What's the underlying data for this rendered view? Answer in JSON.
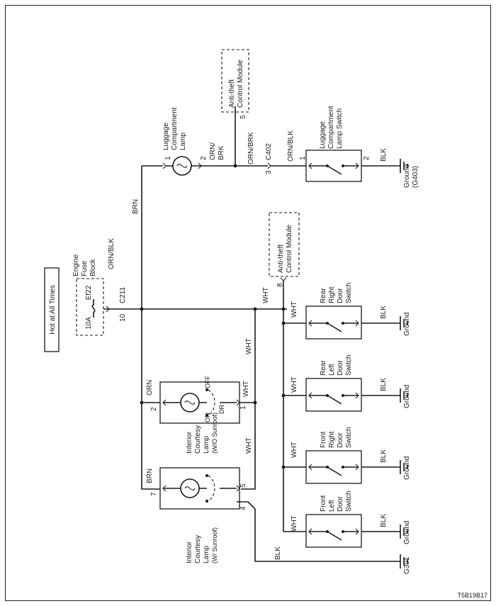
{
  "header": {
    "power_label": "Hot at All Times"
  },
  "fuse_block": {
    "title": [
      "Engine",
      "Fuse",
      "Block"
    ],
    "fuse_id": "Ef22",
    "rating": "10A",
    "wire": "ORN/BLK",
    "connector": "C211",
    "pin": "10"
  },
  "wires": {
    "brn": "BRN",
    "orn": "ORN",
    "wht": "WHT",
    "blk": "BLK",
    "orn_brk": "ORN/BRK",
    "orn_brk_split": [
      "ORN/",
      "BRK"
    ],
    "orn_blk": "ORN/BLK"
  },
  "pins": {
    "p1": "1",
    "p2": "2",
    "p3": "3",
    "p4": "4",
    "p5": "5",
    "p7": "7",
    "p8": "8"
  },
  "luggage_lamp": {
    "name": [
      "Luggage",
      "Compartment",
      "Lamp"
    ]
  },
  "luggage_switch": {
    "name": [
      "Luggage",
      "Compartment",
      "Lamp Switch"
    ],
    "connector": "C402",
    "ground": [
      "Ground",
      "(G403)"
    ]
  },
  "antitheft_top": {
    "name": [
      "Anti-theft",
      "Control Module"
    ]
  },
  "antitheft_mid": {
    "name": [
      "Anti-theft",
      "Control Module"
    ]
  },
  "courtesy_wo": {
    "name": [
      "Interior",
      "Courtesy",
      "Lamp",
      "(W/O Sunroof)"
    ],
    "off": "OFF",
    "on": "ON",
    "dr": "DR"
  },
  "courtesy_w": {
    "name": [
      "Interior",
      "Courtesy",
      "Lamp",
      "(W/ Sunroof)"
    ],
    "ground": "G301"
  },
  "door_switches": [
    {
      "name": [
        "Rear",
        "Right",
        "Door",
        "Switch"
      ],
      "ground": "Ground"
    },
    {
      "name": [
        "Rear",
        "Left",
        "Door",
        "Switch"
      ],
      "ground": "Ground"
    },
    {
      "name": [
        "Front",
        "Right",
        "Door",
        "Switch"
      ],
      "ground": "Ground"
    },
    {
      "name": [
        "Front",
        "Left",
        "Door",
        "Switch"
      ],
      "ground": "Ground"
    }
  ],
  "figure_code": "T5B19B17"
}
